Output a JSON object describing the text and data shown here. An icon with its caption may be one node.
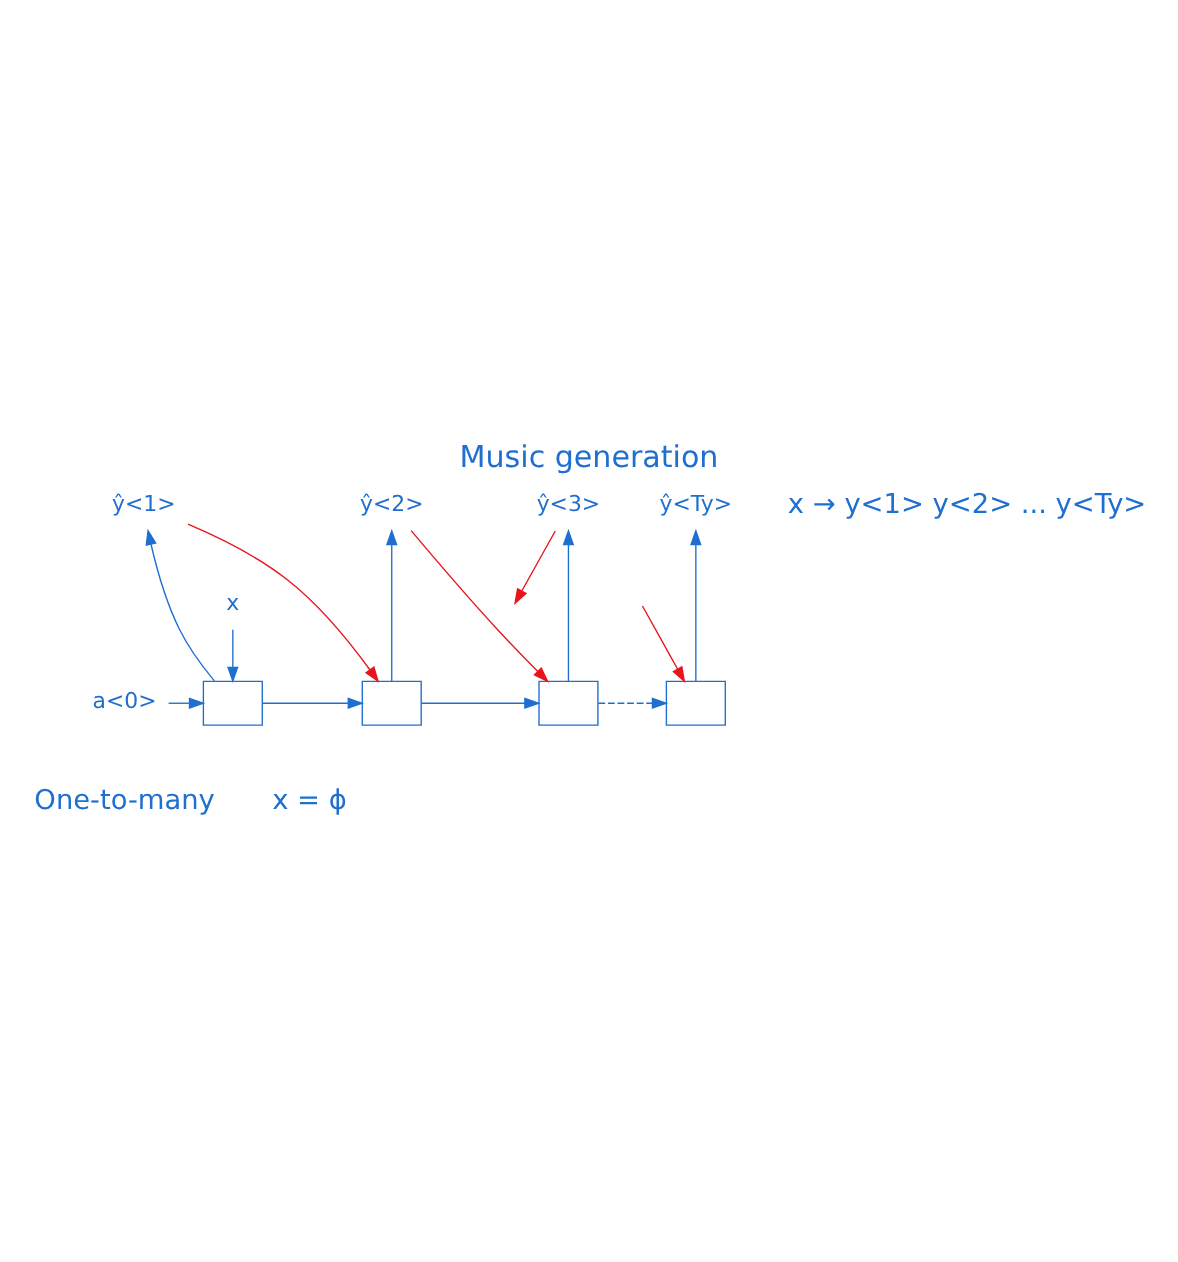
{
  "diagram": {
    "title": "Music generation",
    "nodes": [
      {
        "text": [
          "a<0>"
        ]
      },
      {
        "text": [],
        "shape": "box"
      },
      {
        "text": [],
        "shape": "box"
      },
      {
        "text": [],
        "shape": "box"
      },
      {
        "text": [],
        "shape": "box"
      },
      {
        "text": [
          "x"
        ]
      },
      {
        "text": [
          "ŷ<1>"
        ]
      },
      {
        "text": [
          "ŷ<2>"
        ]
      },
      {
        "text": [
          "ŷ<3>"
        ]
      },
      {
        "text": [
          "ŷ<Ty>"
        ]
      }
    ],
    "edges": [
      {
        "from": 0,
        "to": 1,
        "arrow": "to"
      },
      {
        "from": 5,
        "to": 1,
        "arrow": "to"
      },
      {
        "from": 1,
        "to": 6,
        "arrow": "to"
      },
      {
        "from": 1,
        "to": 2,
        "arrow": "to"
      },
      {
        "from": 2,
        "to": 7,
        "arrow": "to"
      },
      {
        "from": 2,
        "to": 3,
        "arrow": "to"
      },
      {
        "from": 3,
        "to": 8,
        "arrow": "to"
      },
      {
        "from": 3,
        "to": 4,
        "arrow": "to",
        "style": "dashed"
      },
      {
        "from": 4,
        "to": 9,
        "arrow": "to"
      },
      {
        "from": 6,
        "to": 2,
        "arrow": "to",
        "color": "#e8141c"
      },
      {
        "from": 7,
        "to": 3,
        "arrow": "to",
        "color": "#e8141c"
      },
      {
        "from": 8,
        "to": null,
        "arrow": "to",
        "color": "#e8141c"
      },
      {
        "from": null,
        "to": 4,
        "arrow": "to",
        "color": "#e8141c"
      }
    ],
    "labels": [
      "x → y<1> y<2> ... y<Ty>",
      "One-to-many",
      "x = ϕ"
    ]
  }
}
